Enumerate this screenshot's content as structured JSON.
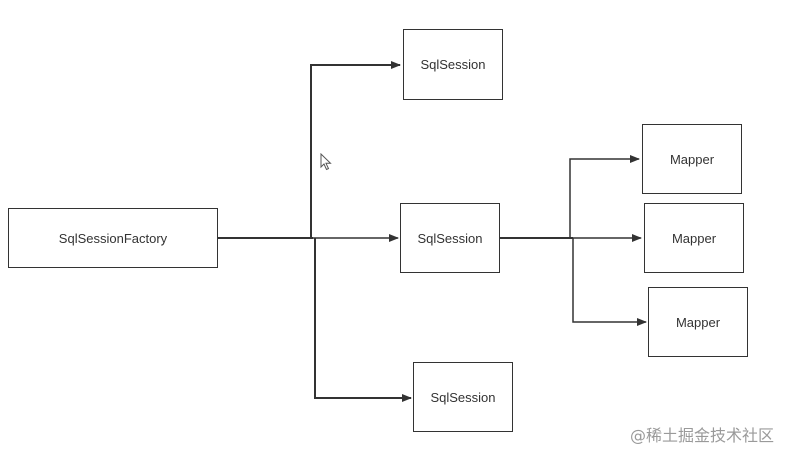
{
  "nodes": {
    "factory": {
      "label": "SqlSessionFactory"
    },
    "session_top": {
      "label": "SqlSession"
    },
    "session_mid": {
      "label": "SqlSession"
    },
    "session_bottom": {
      "label": "SqlSession"
    },
    "mapper_1": {
      "label": "Mapper"
    },
    "mapper_2": {
      "label": "Mapper"
    },
    "mapper_3": {
      "label": "Mapper"
    }
  },
  "edges": [
    {
      "from": "factory",
      "to": "session_top"
    },
    {
      "from": "factory",
      "to": "session_mid"
    },
    {
      "from": "factory",
      "to": "session_bottom"
    },
    {
      "from": "session_mid",
      "to": "mapper_1"
    },
    {
      "from": "session_mid",
      "to": "mapper_2"
    },
    {
      "from": "session_mid",
      "to": "mapper_3"
    }
  ],
  "watermark": "@稀土掘金技术社区",
  "colors": {
    "stroke": "#333333",
    "text": "#333333",
    "watermark": "#9a9a9a",
    "background": "#ffffff"
  },
  "icons": {
    "cursor": "mouse-pointer-icon"
  }
}
